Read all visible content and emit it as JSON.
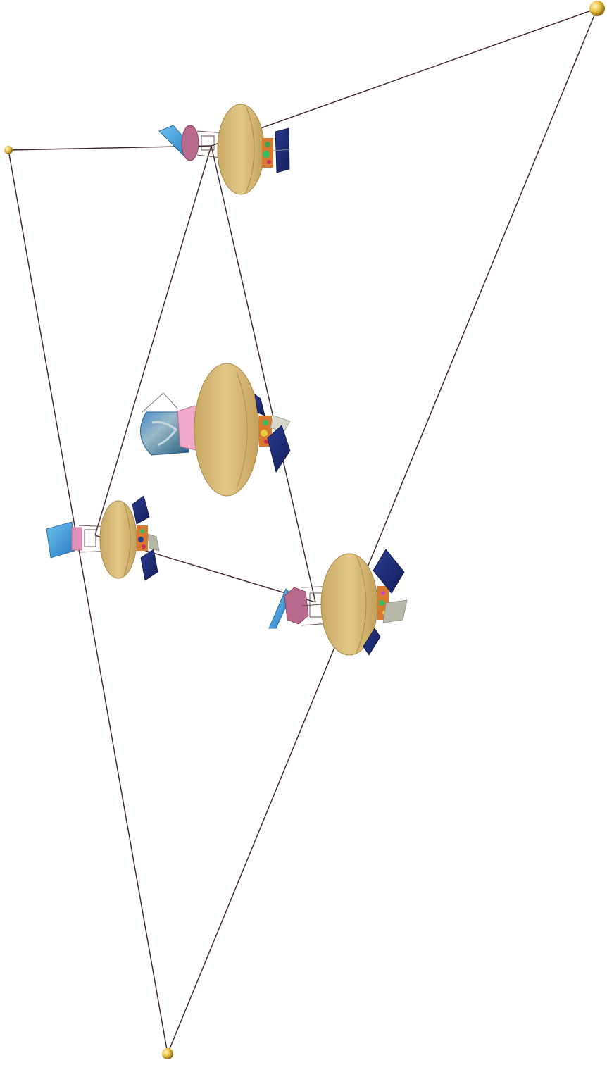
{
  "diagram": {
    "kind": "spacecraft formation tethered to four anchor nodes",
    "colors": {
      "background": "#ffffff",
      "tether": "#3a2020",
      "dish": "#d8bd7c",
      "dish_edge": "#a88a4a",
      "solar_panel": "#1f2f7a",
      "shield": "#4aa8e0",
      "cylinder": "#b86a8c",
      "pink_body": "#f0a8c8",
      "anchor": "#e8c040",
      "gray_panel": "#b8b8a8"
    },
    "anchors": [
      "anchor-top-right",
      "anchor-left",
      "anchor-bottom"
    ],
    "spacecraft": [
      "spacecraft-top",
      "spacecraft-center",
      "spacecraft-left",
      "spacecraft-lower-right"
    ],
    "labels": []
  }
}
